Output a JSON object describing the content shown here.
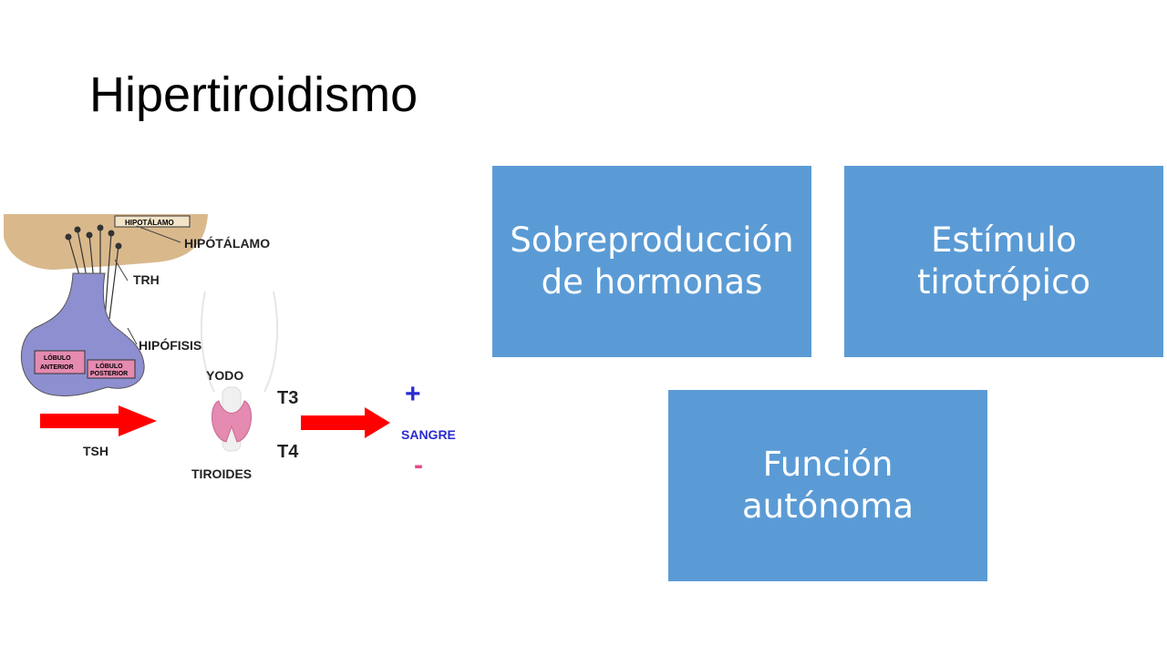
{
  "slide": {
    "title": "Hipertiroidismo"
  },
  "boxes": [
    {
      "text": "Sobreproducción de hormonas"
    },
    {
      "text": "Estímulo tirotrópico"
    },
    {
      "text": "Función autónoma"
    }
  ],
  "diagram": {
    "labels": {
      "hipotalamo_tag": "HIPOTÁLAMO",
      "hipotalamo": "HIPÓTÁLAMO",
      "trh": "TRH",
      "hipofisis": "HIPÓFISIS",
      "lobulo_anterior_1": "LÓBULO",
      "lobulo_anterior_2": "ANTERIOR",
      "lobulo_posterior_1": "LÓBULO",
      "lobulo_posterior_2": "POSTERIOR",
      "yodo": "YODO",
      "t3": "T3",
      "t4": "T4",
      "tsh": "TSH",
      "tiroides": "TIROIDES",
      "plus": "+",
      "sangre": "SANGRE",
      "minus": "-"
    },
    "colors": {
      "brain": "#d9b98c",
      "pituitary": "#8e8fd0",
      "thyroid": "#e58ab0",
      "arrow": "#ff0000",
      "plus_minus": "#2b2bd0",
      "sangre": "#2b2bd0",
      "lobe_box": "#e58ab0"
    }
  }
}
